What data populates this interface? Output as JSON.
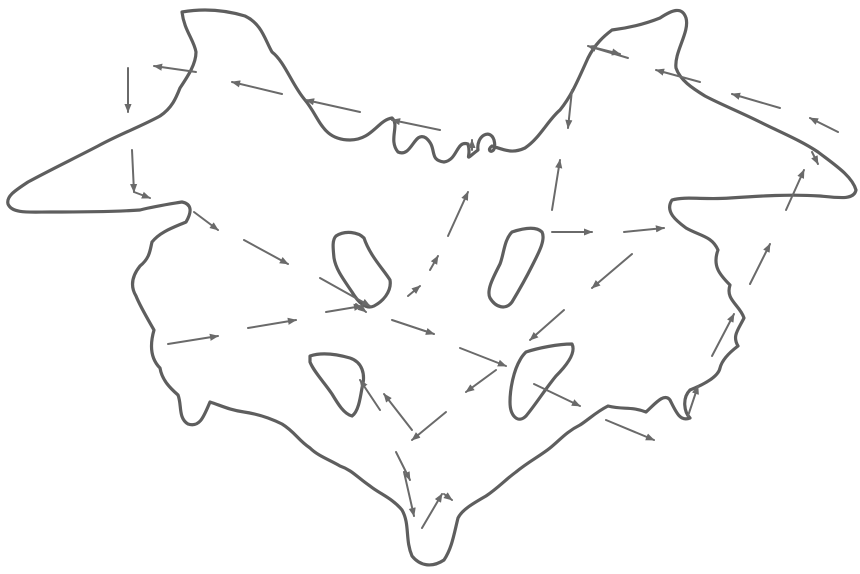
{
  "diagram": {
    "kind": "eye-tracking scanpath over a symmetric inkblot",
    "stroke_color": "#5e5e5e",
    "arrow_color": "#6a6a6a",
    "background": "#ffffff",
    "outline_count": 1,
    "hole_count": 4,
    "arrow_count": 46
  }
}
